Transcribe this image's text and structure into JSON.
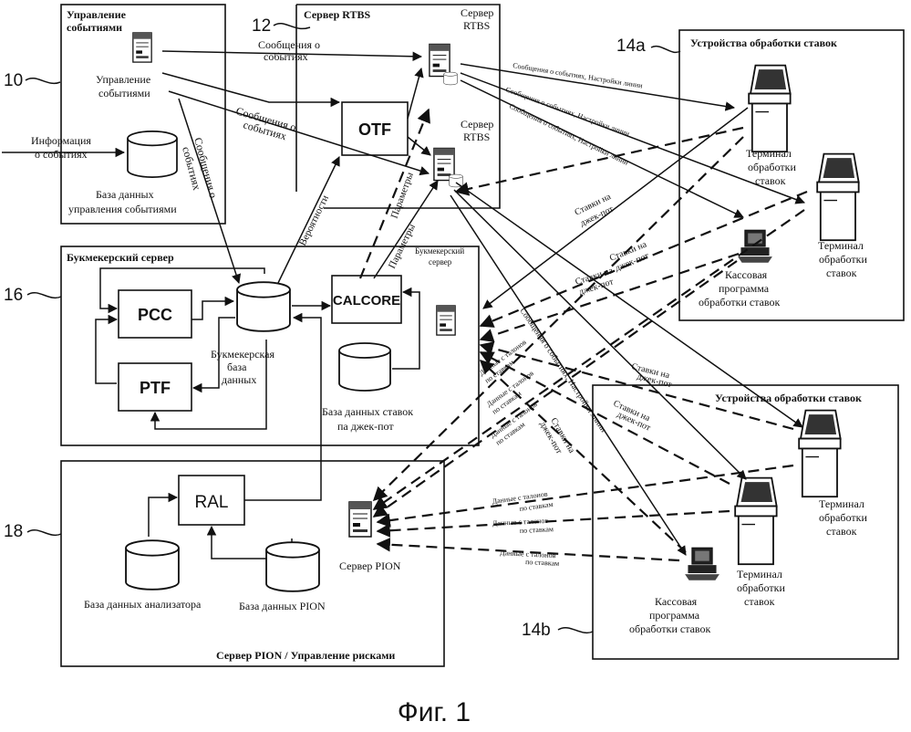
{
  "figure": {
    "caption": "Фиг. 1"
  },
  "refs": {
    "r10": "10",
    "r12": "12",
    "r14a": "14a",
    "r14b": "14b",
    "r16": "16",
    "r18": "18"
  },
  "event_mgmt": {
    "title_l1": "Управление",
    "title_l2": "событиями",
    "server_l1": "Управление",
    "server_l2": "событиями",
    "db_l1": "База данных",
    "db_l2": "управления событиями",
    "info_l1": "Информация",
    "info_l2": "о событиях",
    "events_vertical_l1": "Сообщения о",
    "events_vertical_l2": "событиях"
  },
  "rtbs_group": {
    "title": "Сервер RTBS",
    "server1_l1": "Сервер",
    "server1_l2": "RTBS",
    "server2_l1": "Сервер",
    "server2_l2": "RTBS",
    "otf": "OTF",
    "msg1_l1": "Сообщения о",
    "msg1_l2": "событиях",
    "msg2_l1": "Сообщения о",
    "msg2_l2": "событиях"
  },
  "links": {
    "prob": "Вероятности",
    "params1": "Параметры",
    "params2": "Параметры",
    "ev_set1": "Сообщения о событиях, Настройки линии",
    "ev_set2": "Сообщения о событиях, Настройки линии",
    "ev_set3": "Сообщения о событиях, Настройки линии",
    "ev_set4": "Сообщения о событиях, Настройки линии",
    "jp1_l1": "Ставки на",
    "jp1_l2": "джек-пот",
    "jp2_l1": "Ставки на",
    "jp2_l2": "джек-пот",
    "jp3_l1": "Ставки на",
    "jp3_l2": "джек-пот",
    "jp4_l1": "Ставки на",
    "jp4_l2": "джек-пот",
    "jp5_l1": "Ставки на",
    "jp5_l2": "джек-пот",
    "jp6_l1": "Ставки на",
    "jp6_l2": "джек-пот",
    "coupon1_l1": "Данные с талонов",
    "coupon1_l2": "по ставкам",
    "coupon2_l1": "Данные с талонов",
    "coupon2_l2": "по ставкам",
    "coupon3_l1": "Данные с талонов",
    "coupon3_l2": "по ставкам",
    "coupon4_l1": "Данные с талонов",
    "coupon4_l2": "по ставкам",
    "coupon5_l1": "Данные с талонов",
    "coupon5_l2": "по ставкам",
    "coupon6_l1": "Данные с талонов",
    "coupon6_l2": "по ставкам"
  },
  "bookmaker": {
    "title": "Букмекерский сервер",
    "server_l1": "Букмекерский",
    "server_l2": "сервер",
    "pcc": "PCC",
    "ptf": "PTF",
    "calcore": "CALCORE",
    "db_l1": "Букмекерская",
    "db_l2": "база",
    "db_l3": "данных",
    "jp_db_l1": "База данных ставок",
    "jp_db_l2": "па джек-пот"
  },
  "pion": {
    "title": "Сервер PION / Управление рисками",
    "ral": "RAL",
    "server": "Сервер PION",
    "analyzer_db": "База данных анализатора",
    "pion_db": "База данных PION"
  },
  "devices_a": {
    "title": "Устройства обработки ставок",
    "term1_l1": "Терминал",
    "term1_l2": "обработки",
    "term1_l3": "ставок",
    "term2_l1": "Терминал",
    "term2_l2": "обработки",
    "term2_l3": "ставок",
    "cash_l1": "Кассовая",
    "cash_l2": "программа",
    "cash_l3": "обработки ставок"
  },
  "devices_b": {
    "title": "Устройства обработки ставок",
    "term1_l1": "Терминал",
    "term1_l2": "обработки",
    "term1_l3": "ставок",
    "term2_l1": "Терминал",
    "term2_l2": "обработки",
    "term2_l3": "ставок",
    "cash_l1": "Кассовая",
    "cash_l2": "программа",
    "cash_l3": "обработки ставок"
  }
}
